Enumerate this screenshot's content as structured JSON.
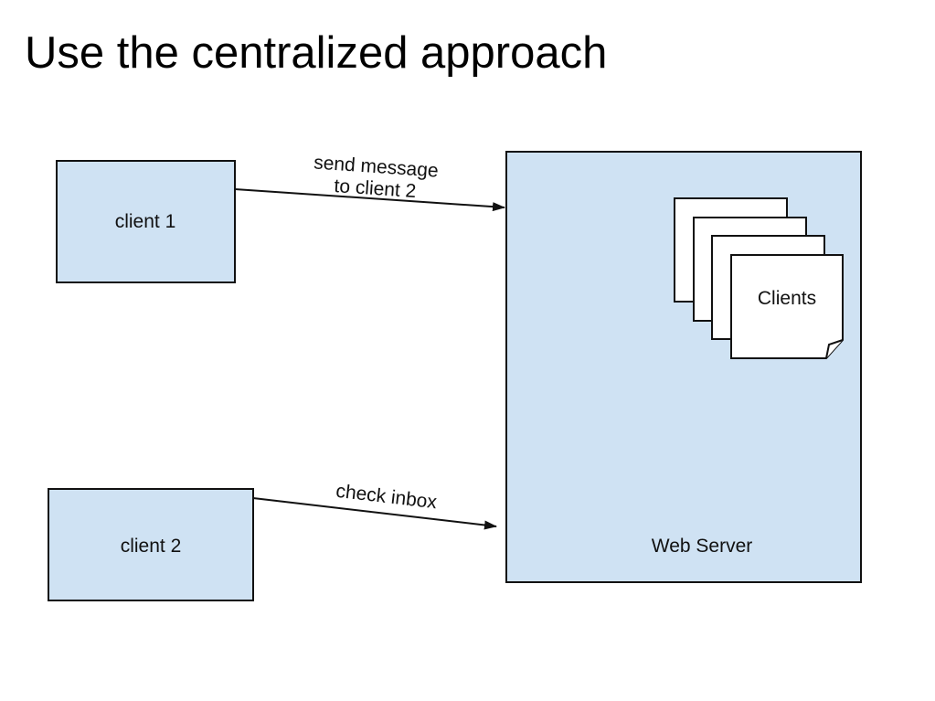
{
  "title": "Use the centralized approach",
  "colors": {
    "box_fill": "#cfe2f3",
    "stroke": "#111111",
    "note_fill": "#ffffff"
  },
  "nodes": {
    "client1": {
      "label": "client 1"
    },
    "client2": {
      "label": "client 2"
    },
    "server": {
      "label": "Web Server"
    },
    "clients_store": {
      "label": "Clients"
    }
  },
  "edges": {
    "send": {
      "from": "client1",
      "to": "server",
      "label_line1": "send message",
      "label_line2": "to client 2"
    },
    "check": {
      "from": "client2",
      "to": "server",
      "label": "check inbox"
    }
  }
}
